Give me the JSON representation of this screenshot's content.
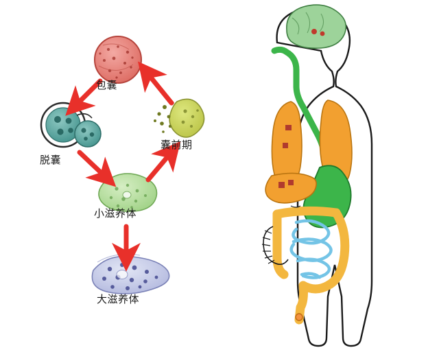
{
  "diagram": {
    "title": "",
    "left_panel": {
      "name": "amoeba-life-cycle",
      "stages": [
        {
          "id": "cyst",
          "label": "包囊",
          "color": "#e06a68",
          "description": "cyst stage, red stippled round cell"
        },
        {
          "id": "excystation",
          "label": "脱囊",
          "color": "#3a8f88",
          "description": "excystation, dark ring with teal nuclei"
        },
        {
          "id": "metacyst",
          "label": "囊前期",
          "color": "#c2cc52",
          "description": "metacystic stage, yellow-green cell with granules"
        },
        {
          "id": "small-troph",
          "label": "小滋养体",
          "color": "#a8d98a",
          "description": "small trophozoite, pale green"
        },
        {
          "id": "large-troph",
          "label": "大滋养体",
          "color": "#b8bde0",
          "description": "large trophozoite, pale blue-violet"
        }
      ],
      "arrow_color": "#e8302a",
      "arrows": [
        {
          "from": "metacyst",
          "to": "cyst"
        },
        {
          "from": "cyst",
          "to": "excystation"
        },
        {
          "from": "excystation",
          "to": "small-troph"
        },
        {
          "from": "small-troph",
          "to": "metacyst"
        },
        {
          "from": "small-troph",
          "to": "large-troph"
        }
      ]
    },
    "right_panel": {
      "name": "human-torso-anatomy",
      "organs": [
        {
          "id": "brain",
          "color": "#9dd39a"
        },
        {
          "id": "lungs",
          "color": "#f2a030"
        },
        {
          "id": "esophagus",
          "color": "#3cb54a"
        },
        {
          "id": "liver",
          "color": "#f2a030"
        },
        {
          "id": "stomach",
          "color": "#3cb54a"
        },
        {
          "id": "large-intestine",
          "color": "#f3b73f"
        },
        {
          "id": "small-intestine",
          "color": "#bfe3f2"
        },
        {
          "id": "lesion-marks",
          "color": "#b03a2e"
        }
      ],
      "body_outline_color": "#1a1a1a"
    }
  }
}
